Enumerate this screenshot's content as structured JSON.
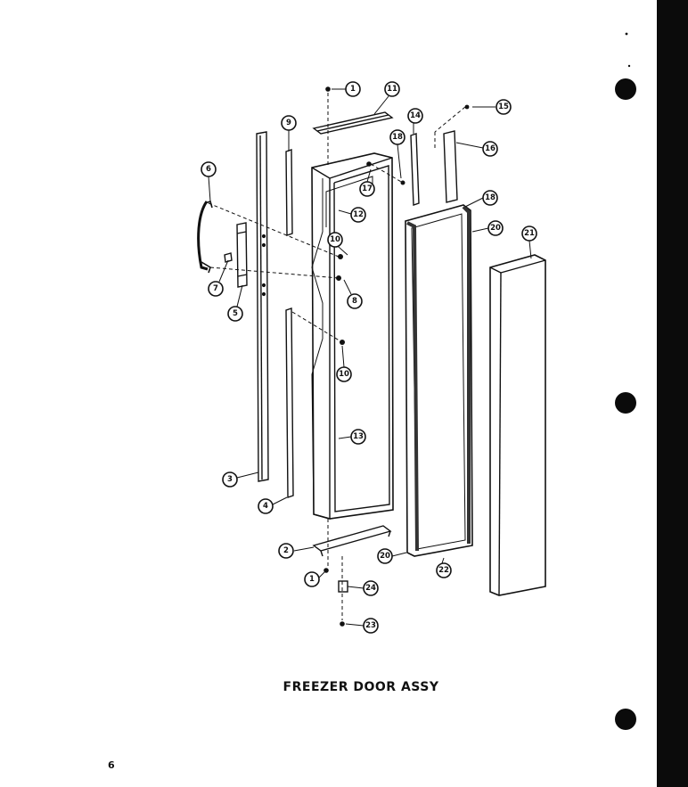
{
  "caption": "FREEZER DOOR ASSY",
  "page_number": "6",
  "callouts": {
    "c1a": "1",
    "c1b": "1",
    "c2": "2",
    "c3": "3",
    "c4": "4",
    "c5": "5",
    "c6": "6",
    "c7": "7",
    "c8": "8",
    "c9": "9",
    "c10a": "10",
    "c10b": "10",
    "c11": "11",
    "c12": "12",
    "c13": "13",
    "c14": "14",
    "c15": "15",
    "c16": "16",
    "c17": "17",
    "c18a": "18",
    "c18b": "18",
    "c20a": "20",
    "c20b": "20",
    "c21": "21",
    "c22": "22",
    "c23": "23",
    "c24": "24"
  }
}
